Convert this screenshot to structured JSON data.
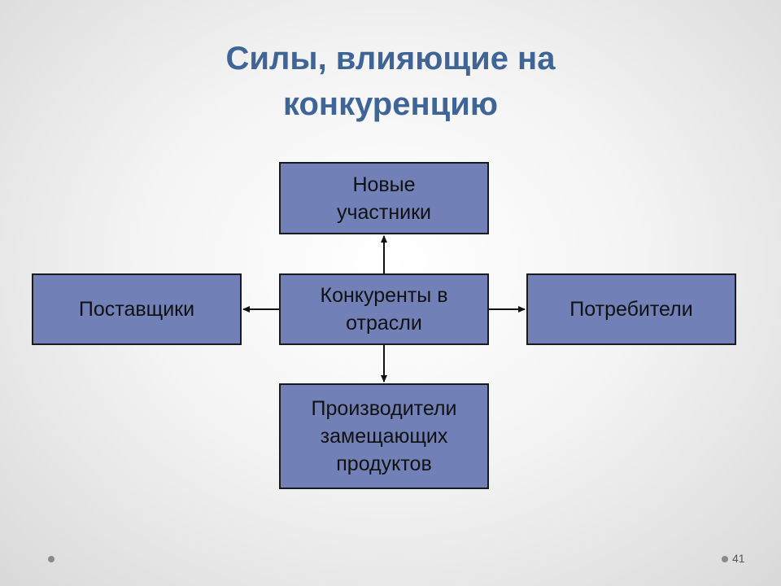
{
  "slide": {
    "title_lines": [
      "Силы, влияющие на",
      "конкуренцию"
    ],
    "page_number": "41"
  },
  "boxes": {
    "top": {
      "lines": [
        "Новые",
        "участники"
      ]
    },
    "center": {
      "lines": [
        "Конкуренты в",
        "отрасли"
      ]
    },
    "left": {
      "lines": [
        "Поставщики"
      ]
    },
    "right": {
      "lines": [
        "Потребители"
      ]
    },
    "bottom": {
      "lines": [
        "Производители",
        "замещающих",
        "продуктов"
      ]
    }
  },
  "colors": {
    "title": "#3f6596",
    "box_fill": "#7180b6",
    "box_border": "#1a1a1a"
  }
}
